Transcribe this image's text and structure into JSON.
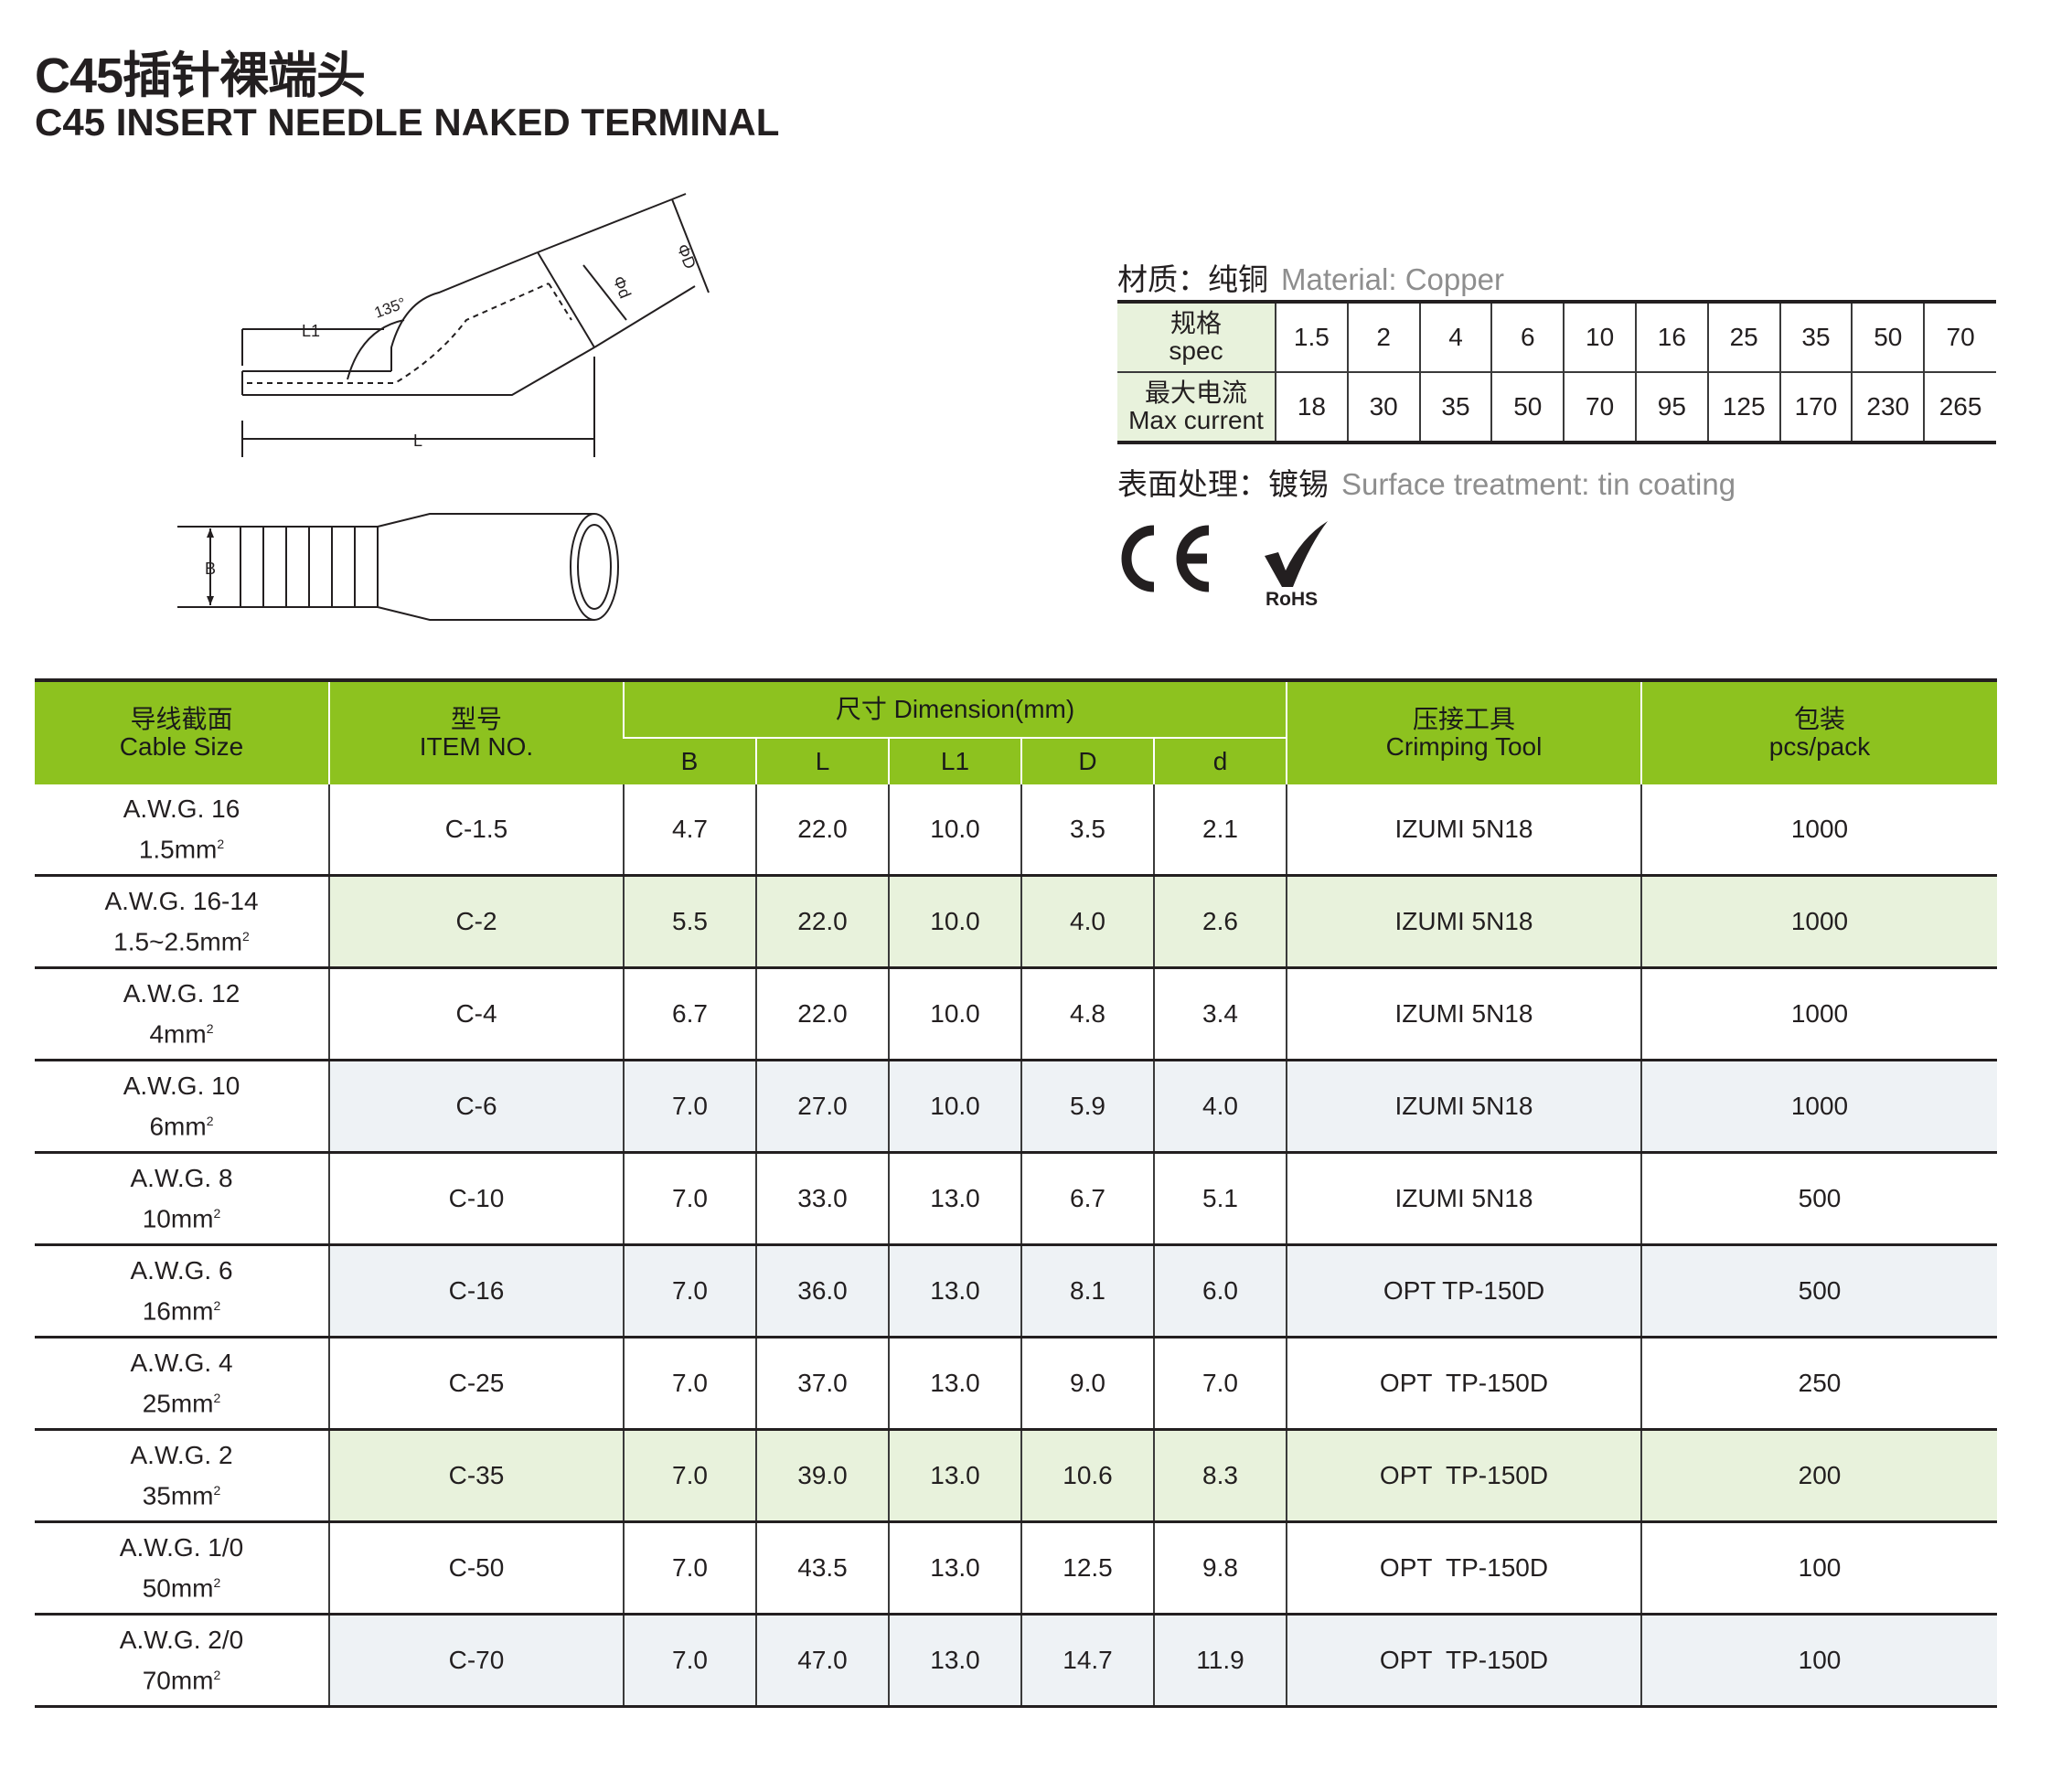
{
  "header": {
    "title_cn": "C45插针裸端头",
    "title_en": "C45 INSERT NEEDLE NAKED TERMINAL"
  },
  "drawing": {
    "label_l1": "L1",
    "label_angle": "135°",
    "label_l": "L",
    "label_d_outer": "ΦD",
    "label_d_inner": "Φd",
    "label_b": "B"
  },
  "material": {
    "label_cn": "材质：纯铜",
    "label_en": "Material: Copper"
  },
  "spec_table": {
    "row1_label_cn": "规格",
    "row1_label_en": "spec",
    "row2_label_cn": "最大电流",
    "row2_label_en": "Max current",
    "specs": [
      "1.5",
      "2",
      "4",
      "6",
      "10",
      "16",
      "25",
      "35",
      "50",
      "70"
    ],
    "currents": [
      "18",
      "30",
      "35",
      "50",
      "70",
      "95",
      "125",
      "170",
      "230",
      "265"
    ]
  },
  "surface": {
    "label_cn": "表面处理：镀锡",
    "label_en": "Surface treatment: tin coating"
  },
  "logos": {
    "ce_text": "CE",
    "rohs_text": "RoHS"
  },
  "main_table": {
    "headers": {
      "cable_cn": "导线截面",
      "cable_en": "Cable Size",
      "item_cn": "型号",
      "item_en": "ITEM NO.",
      "dimension": "尺寸 Dimension(mm)",
      "b": "B",
      "l": "L",
      "l1": "L1",
      "d_upper": "D",
      "d_lower": "d",
      "tool_cn": "压接工具",
      "tool_en": "Crimping Tool",
      "pack_cn": "包装",
      "pack_en": "pcs/pack"
    },
    "rows": [
      {
        "awg": "A.W.G. 16",
        "mm": "1.5mm",
        "item": "C-1.5",
        "b": "4.7",
        "l": "22.0",
        "l1": "10.0",
        "D": "3.5",
        "d": "2.1",
        "tool": "IZUMI 5N18",
        "pack": "1000"
      },
      {
        "awg": "A.W.G. 16-14",
        "mm": "1.5~2.5mm",
        "item": "C-2",
        "b": "5.5",
        "l": "22.0",
        "l1": "10.0",
        "D": "4.0",
        "d": "2.6",
        "tool": "IZUMI 5N18",
        "pack": "1000"
      },
      {
        "awg": "A.W.G. 12",
        "mm": "4mm",
        "item": "C-4",
        "b": "6.7",
        "l": "22.0",
        "l1": "10.0",
        "D": "4.8",
        "d": "3.4",
        "tool": "IZUMI 5N18",
        "pack": "1000"
      },
      {
        "awg": "A.W.G. 10",
        "mm": "6mm",
        "item": "C-6",
        "b": "7.0",
        "l": "27.0",
        "l1": "10.0",
        "D": "5.9",
        "d": "4.0",
        "tool": "IZUMI 5N18",
        "pack": "1000"
      },
      {
        "awg": "A.W.G. 8",
        "mm": "10mm",
        "item": "C-10",
        "b": "7.0",
        "l": "33.0",
        "l1": "13.0",
        "D": "6.7",
        "d": "5.1",
        "tool": "IZUMI 5N18",
        "pack": "500"
      },
      {
        "awg": "A.W.G. 6",
        "mm": "16mm",
        "item": "C-16",
        "b": "7.0",
        "l": "36.0",
        "l1": "13.0",
        "D": "8.1",
        "d": "6.0",
        "tool": "OPT TP-150D",
        "pack": "500"
      },
      {
        "awg": "A.W.G. 4",
        "mm": "25mm",
        "item": "C-25",
        "b": "7.0",
        "l": "37.0",
        "l1": "13.0",
        "D": "9.0",
        "d": "7.0",
        "tool": "OPT  TP-150D",
        "pack": "250"
      },
      {
        "awg": "A.W.G. 2",
        "mm": "35mm",
        "item": "C-35",
        "b": "7.0",
        "l": "39.0",
        "l1": "13.0",
        "D": "10.6",
        "d": "8.3",
        "tool": "OPT  TP-150D",
        "pack": "200"
      },
      {
        "awg": "A.W.G. 1/0",
        "mm": "50mm",
        "item": "C-50",
        "b": "7.0",
        "l": "43.5",
        "l1": "13.0",
        "D": "12.5",
        "d": "9.8",
        "tool": "OPT  TP-150D",
        "pack": "100"
      },
      {
        "awg": "A.W.G. 2/0",
        "mm": "70mm",
        "item": "C-70",
        "b": "7.0",
        "l": "47.0",
        "l1": "13.0",
        "D": "14.7",
        "d": "11.9",
        "tool": "OPT  TP-150D",
        "pack": "100"
      }
    ],
    "superscript": "2"
  },
  "colors": {
    "header_green": "#8dc21f",
    "row_green": "#e8f2dc",
    "row_blue": "#eef2f5"
  }
}
